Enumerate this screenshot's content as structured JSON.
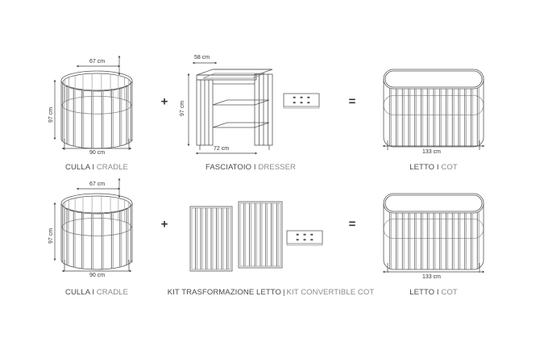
{
  "row1": {
    "cradle": {
      "caption_a": "CULLA I",
      "caption_b": "CRADLE",
      "width": "90 cm",
      "height": "97 cm",
      "inner": "67 cm"
    },
    "plus": "+",
    "dresser": {
      "caption_a": "FASCIATOIO I",
      "caption_b": "DRESSER",
      "depth": "58 cm",
      "height": "97 cm",
      "width": "72 cm"
    },
    "equals": "=",
    "cot": {
      "caption_a": "LETTO I",
      "caption_b": "COT",
      "width": "133 cm"
    }
  },
  "row2": {
    "cradle": {
      "caption_a": "CULLA I",
      "caption_b": "CRADLE",
      "width": "90 cm",
      "height": "97 cm",
      "inner": "67 cm"
    },
    "plus": "+",
    "kit": {
      "caption_a": "KIT TRASFORMAZIONE LETTO",
      "separator": "|",
      "caption_b": "KIT CONVERTIBLE COT"
    },
    "equals": "=",
    "cot": {
      "caption_a": "LETTO I",
      "caption_b": "COT",
      "width": "133 cm"
    }
  }
}
